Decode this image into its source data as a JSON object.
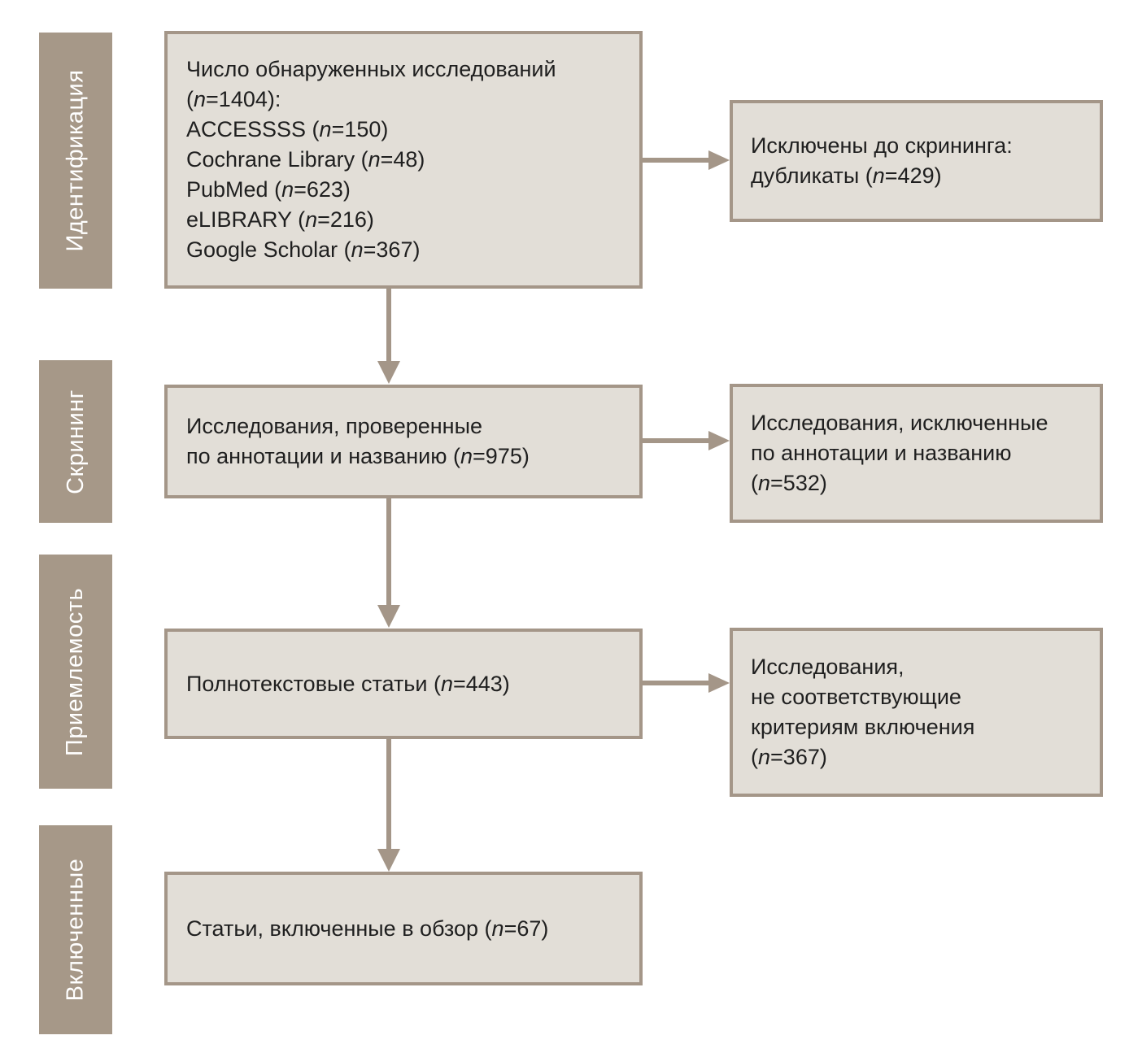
{
  "diagram": {
    "stages": [
      {
        "label": "Идентификация"
      },
      {
        "label": "Скрининг"
      },
      {
        "label": "Приемлемость"
      },
      {
        "label": "Включенные"
      }
    ],
    "main_boxes": [
      {
        "lines": [
          "Число обнаруженных исследований",
          "(n=1404):",
          "ACCESSSS (n=150)",
          "Cochrane Library (n=48)",
          "PubMed (n=623)",
          "eLIBRARY (n=216)",
          "Google Scholar (n=367)"
        ]
      },
      {
        "lines": [
          "Исследования, проверенные",
          "по аннотации и названию (n=975)"
        ]
      },
      {
        "lines": [
          "Полнотекстовые статьи (n=443)"
        ]
      },
      {
        "lines": [
          "Статьи, включенные в обзор (n=67)"
        ]
      }
    ],
    "side_boxes": [
      {
        "lines": [
          "Исключены до скрининга:",
          "дубликаты (n=429)"
        ]
      },
      {
        "lines": [
          "Исследования, исключенные",
          "по аннотации и названию",
          "(n=532)"
        ]
      },
      {
        "lines": [
          "Исследования,",
          "не соответствующие",
          "критериям включения",
          "(n=367)"
        ]
      }
    ],
    "colors": {
      "bar_fill": "#a69888",
      "box_fill": "#e2ded7",
      "box_border": "#a49688",
      "arrow": "#a49688",
      "text": "#1f1f1f",
      "bar_text": "#ffffff",
      "canvas_bg": "#ffffff"
    }
  }
}
